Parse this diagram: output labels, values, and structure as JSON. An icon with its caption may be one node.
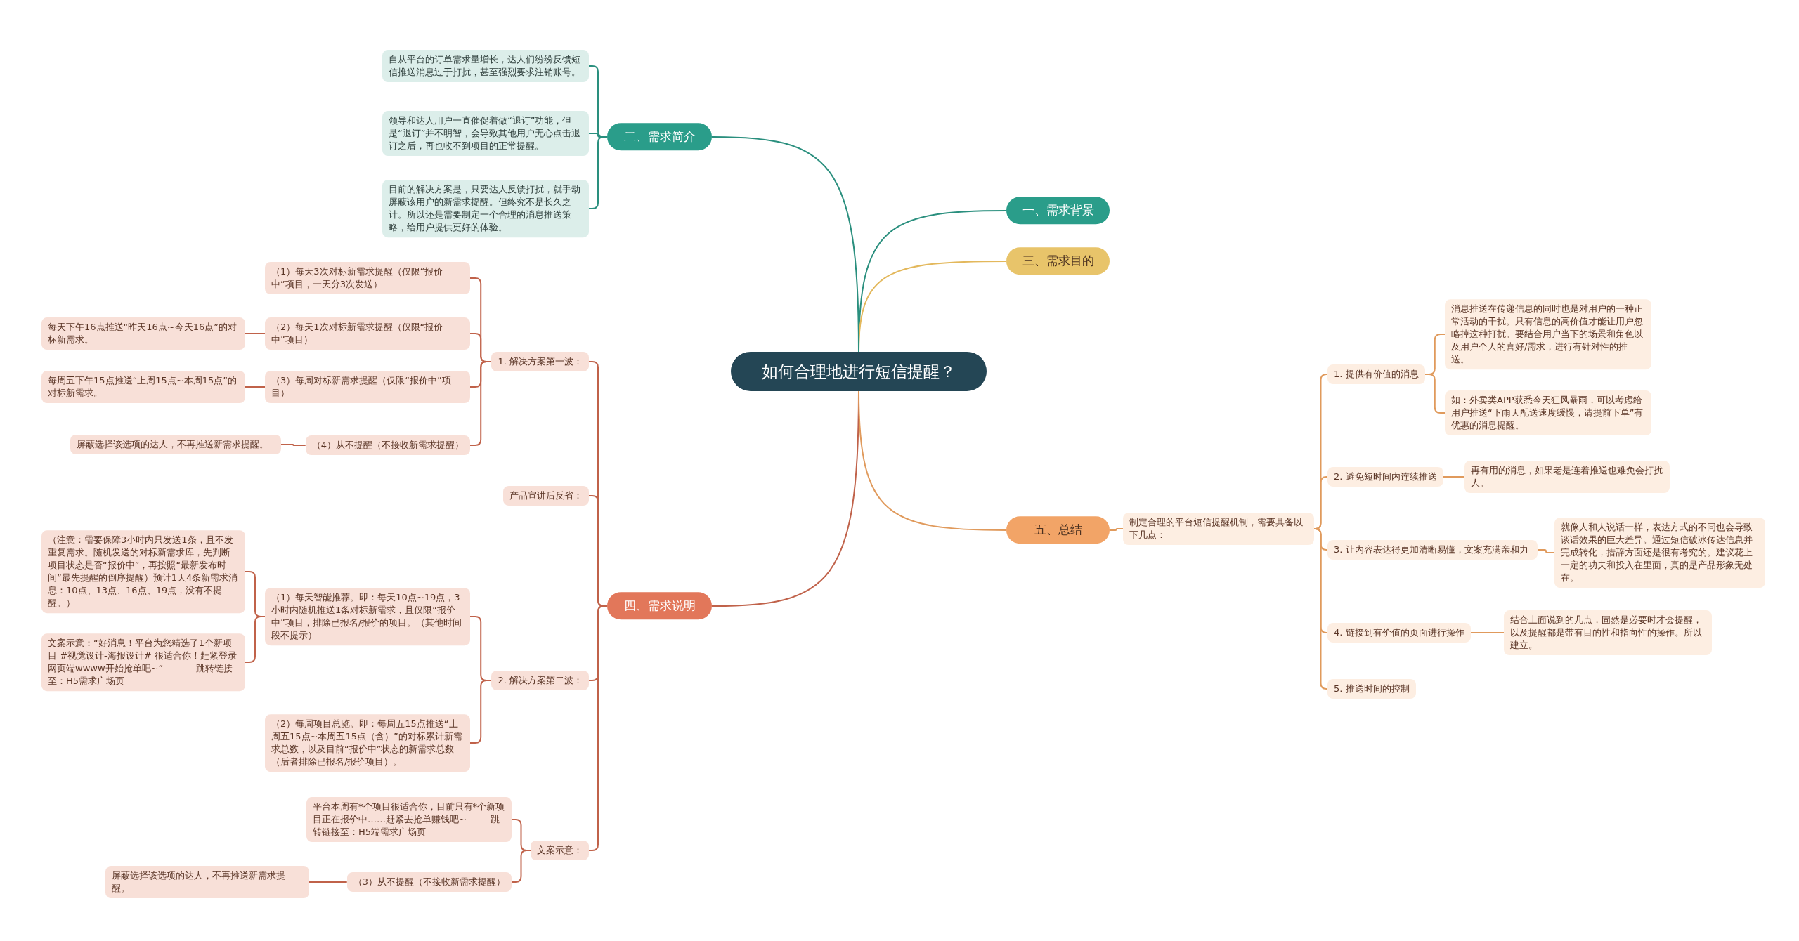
{
  "diagram": {
    "nodes": [
      {
        "text": [
          "如何合理地进行短信提醒？"
        ]
      },
      {
        "text": [
          "一、需求背景"
        ]
      },
      {
        "text": [
          "三、需求目的"
        ]
      },
      {
        "text": [
          "二、需求简介"
        ]
      },
      {
        "text": [
          "自从平台的订单需求量增长，达人们纷纷反馈短信推送消息过于打扰，甚至强烈要求注销账号。"
        ]
      },
      {
        "text": [
          "领导和达人用户一直催促着做“退订”功能，但是“退订”并不明智，会导致其他用户无心点击退订之后，再也收不到项目的正常提醒。"
        ]
      },
      {
        "text": [
          "目前的解决方案是，只要达人反馈打扰，就手动屏蔽该用户的新需求提醒。但终究不是长久之计。所以还是需要制定一个合理的消息推送策略，给用户提供更好的体验。"
        ]
      },
      {
        "text": [
          "四、需求说明"
        ]
      },
      {
        "text": [
          "1. 解决方案第一波："
        ]
      },
      {
        "text": [
          "（1）每天3次对标新需求提醒（仅限“报价中”项目，一天分3次发送）"
        ]
      },
      {
        "text": [
          "（2）每天1次对标新需求提醒（仅限“报价中”项目）"
        ]
      },
      {
        "text": [
          "每天下午16点推送“昨天16点~今天16点”的对标新需求。"
        ]
      },
      {
        "text": [
          "（3）每周对标新需求提醒（仅限“报价中”项目）"
        ]
      },
      {
        "text": [
          "每周五下午15点推送“上周15点~本周15点”的对标新需求。"
        ]
      },
      {
        "text": [
          "（4）从不提醒（不接收新需求提醒）"
        ]
      },
      {
        "text": [
          "屏蔽选择该选项的达人，不再推送新需求提醒。"
        ]
      },
      {
        "text": [
          "产品宣讲后反省："
        ]
      },
      {
        "text": [
          "2. 解决方案第二波："
        ]
      },
      {
        "text": [
          "（1）每天智能推荐。即：每天10点~19点，3小时内随机推送1条对标新需求，且仅限“报价中”项目，排除已报名/报价的项目。（其他时间段不提示）"
        ]
      },
      {
        "text": [
          "（注意：需要保障3小时内只发送1条，且不发重复需求。随机发送的对标新需求库，先判断项目状态是否“报价中”，再按照“最新发布时间”最先提醒的倒序提醒）预计1天4条新需求消息：10点、13点、16点、19点，没有不提醒。）"
        ]
      },
      {
        "text": [
          "文案示意：“好消息！平台为您精选了1个新项目 #视觉设计-海报设计# 很适合你！赶紧登录网页端wwww开始抢单吧~” ——— 跳转链接至：H5需求广场页"
        ]
      },
      {
        "text": [
          "（2）每周项目总览。即：每周五15点推送“上周五15点~本周五15点（含）”的对标累计新需求总数，以及目前“报价中”状态的新需求总数（后者排除已报名/报价项目）。"
        ]
      },
      {
        "text": [
          "文案示意："
        ]
      },
      {
        "text": [
          "平台本周有*个项目很适合你，目前只有*个新项目正在报价中……赶紧去抢单赚钱吧~ —— 跳转链接至：H5端需求广场页"
        ]
      },
      {
        "text": [
          "（3）从不提醒（不接收新需求提醒）"
        ]
      },
      {
        "text": [
          "屏蔽选择该选项的达人，不再推送新需求提醒。"
        ]
      },
      {
        "text": [
          "五、总结"
        ]
      },
      {
        "text": [
          "制定合理的平台短信提醒机制，需要具备以下几点："
        ]
      },
      {
        "text": [
          "1. 提供有价值的消息"
        ]
      },
      {
        "text": [
          "消息推送在传递信息的同时也是对用户的一种正常活动的干扰。只有信息的高价值才能让用户忽略掉这种打扰。要结合用户当下的场景和角色以及用户个人的喜好/需求，进行有针对性的推送。"
        ]
      },
      {
        "text": [
          "如：外卖类APP获悉今天狂风暴雨，可以考虑给用户推送“下雨天配送速度缓慢，请提前下单”有优惠的消息提醒。"
        ]
      },
      {
        "text": [
          "2. 避免短时间内连续推送"
        ]
      },
      {
        "text": [
          "再有用的消息，如果老是连着推送也难免会打扰人。"
        ]
      },
      {
        "text": [
          "3. 让内容表达得更加清晰易懂，文案充满亲和力"
        ]
      },
      {
        "text": [
          "就像人和人说话一样，表达方式的不同也会导致谈话效果的巨大差异。通过短信破冰传达信息并完成转化，措辞方面还是很有考究的。建议花上一定的功夫和投入在里面，真的是产品形象无处在。"
        ]
      },
      {
        "text": [
          "4. 链接到有价值的页面进行操作"
        ]
      },
      {
        "text": [
          "结合上面说到的几点，固然是必要时才会提醒，以及提醒都是带有目的性和指向性的操作。所以建立。"
        ]
      },
      {
        "text": [
          "5. 推送时间的控制"
        ]
      }
    ],
    "edges": [
      {
        "from": 0,
        "to": 1,
        "arrow": "none",
        "color": "#2a8f7e"
      },
      {
        "from": 0,
        "to": 2,
        "arrow": "none",
        "color": "#e3b85c"
      },
      {
        "from": 0,
        "to": 3,
        "arrow": "none",
        "color": "#2a8f7e"
      },
      {
        "from": 3,
        "to": 4,
        "arrow": "none",
        "color": "#2a8f7e"
      },
      {
        "from": 3,
        "to": 5,
        "arrow": "none",
        "color": "#2a8f7e"
      },
      {
        "from": 3,
        "to": 6,
        "arrow": "none",
        "color": "#2a8f7e"
      },
      {
        "from": 0,
        "to": 7,
        "arrow": "none"
      },
      {
        "from": 7,
        "to": 8,
        "arrow": "none"
      },
      {
        "from": 8,
        "to": 9,
        "arrow": "none"
      },
      {
        "from": 8,
        "to": 10,
        "arrow": "none"
      },
      {
        "from": 10,
        "to": 11,
        "arrow": "none"
      },
      {
        "from": 8,
        "to": 12,
        "arrow": "none"
      },
      {
        "from": 12,
        "to": 13,
        "arrow": "none"
      },
      {
        "from": 8,
        "to": 14,
        "arrow": "none"
      },
      {
        "from": 14,
        "to": 15,
        "arrow": "none"
      },
      {
        "from": 7,
        "to": 16,
        "arrow": "none"
      },
      {
        "from": 7,
        "to": 17,
        "arrow": "none"
      },
      {
        "from": 17,
        "to": 18,
        "arrow": "none"
      },
      {
        "from": 18,
        "to": 19,
        "arrow": "none"
      },
      {
        "from": 18,
        "to": 20,
        "arrow": "none"
      },
      {
        "from": 17,
        "to": 21,
        "arrow": "none"
      },
      {
        "from": 7,
        "to": 22,
        "arrow": "none"
      },
      {
        "from": 22,
        "to": 23,
        "arrow": "none"
      },
      {
        "from": 22,
        "to": 24,
        "arrow": "none"
      },
      {
        "from": 24,
        "to": 25,
        "arrow": "none"
      },
      {
        "from": 0,
        "to": 26,
        "arrow": "none",
        "color": "#e09a5c"
      },
      {
        "from": 26,
        "to": 27,
        "arrow": "none",
        "color": "#e09a5c"
      },
      {
        "from": 27,
        "to": 28,
        "arrow": "none",
        "color": "#e09a5c"
      },
      {
        "from": 28,
        "to": 29,
        "arrow": "none",
        "color": "#e09a5c"
      },
      {
        "from": 28,
        "to": 30,
        "arrow": "none",
        "color": "#e09a5c"
      },
      {
        "from": 27,
        "to": 31,
        "arrow": "none",
        "color": "#e09a5c"
      },
      {
        "from": 31,
        "to": 32,
        "arrow": "none",
        "color": "#e09a5c"
      },
      {
        "from": 27,
        "to": 33,
        "arrow": "none",
        "color": "#e09a5c"
      },
      {
        "from": 33,
        "to": 34,
        "arrow": "none",
        "color": "#e09a5c"
      },
      {
        "from": 27,
        "to": 35,
        "arrow": "none",
        "color": "#e09a5c"
      },
      {
        "from": 35,
        "to": 36,
        "arrow": "none",
        "color": "#e09a5c"
      },
      {
        "from": 27,
        "to": 37,
        "arrow": "none",
        "color": "#e09a5c"
      }
    ]
  }
}
